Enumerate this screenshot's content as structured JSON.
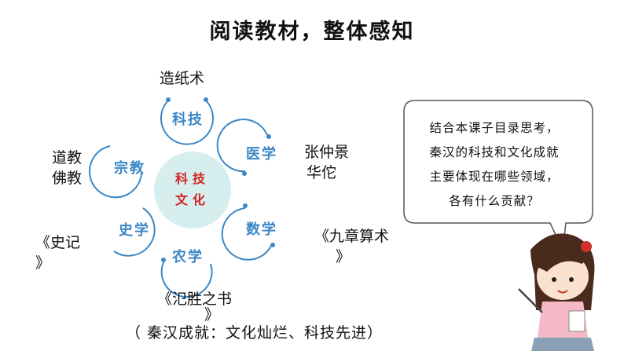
{
  "title": "阅读教材，整体感知",
  "center": {
    "line1": "科技",
    "line2": "文化"
  },
  "nodes": {
    "tech": "科技",
    "medicine": "医学",
    "math": "数学",
    "agriculture": "农学",
    "history": "史学",
    "religion": "宗教"
  },
  "labels": {
    "papermaking": "造纸术",
    "physicians_line1": "张仲景",
    "physicians_line2": "华佗",
    "math_book_line1": "《九章算术",
    "math_book_line2": "》",
    "agri_book_line1": "《氾胜之书",
    "agri_book_line2": "》",
    "history_book_line1": "《史记",
    "history_book_line2": "》",
    "religions_line1": "道教",
    "religions_line2": "佛教"
  },
  "bubble": {
    "line1": "结合本课子目录思考，",
    "line2": "秦汉的科技和文化成就",
    "line3": "主要体现在哪些领域，",
    "line4": "各有什么贡献？"
  },
  "summary": "（  秦汉成就：文化灿烂、科技先进）",
  "colors": {
    "node_blue": "#3b87c7",
    "center_fill": "#d7eeee",
    "center_text": "#d42424"
  }
}
